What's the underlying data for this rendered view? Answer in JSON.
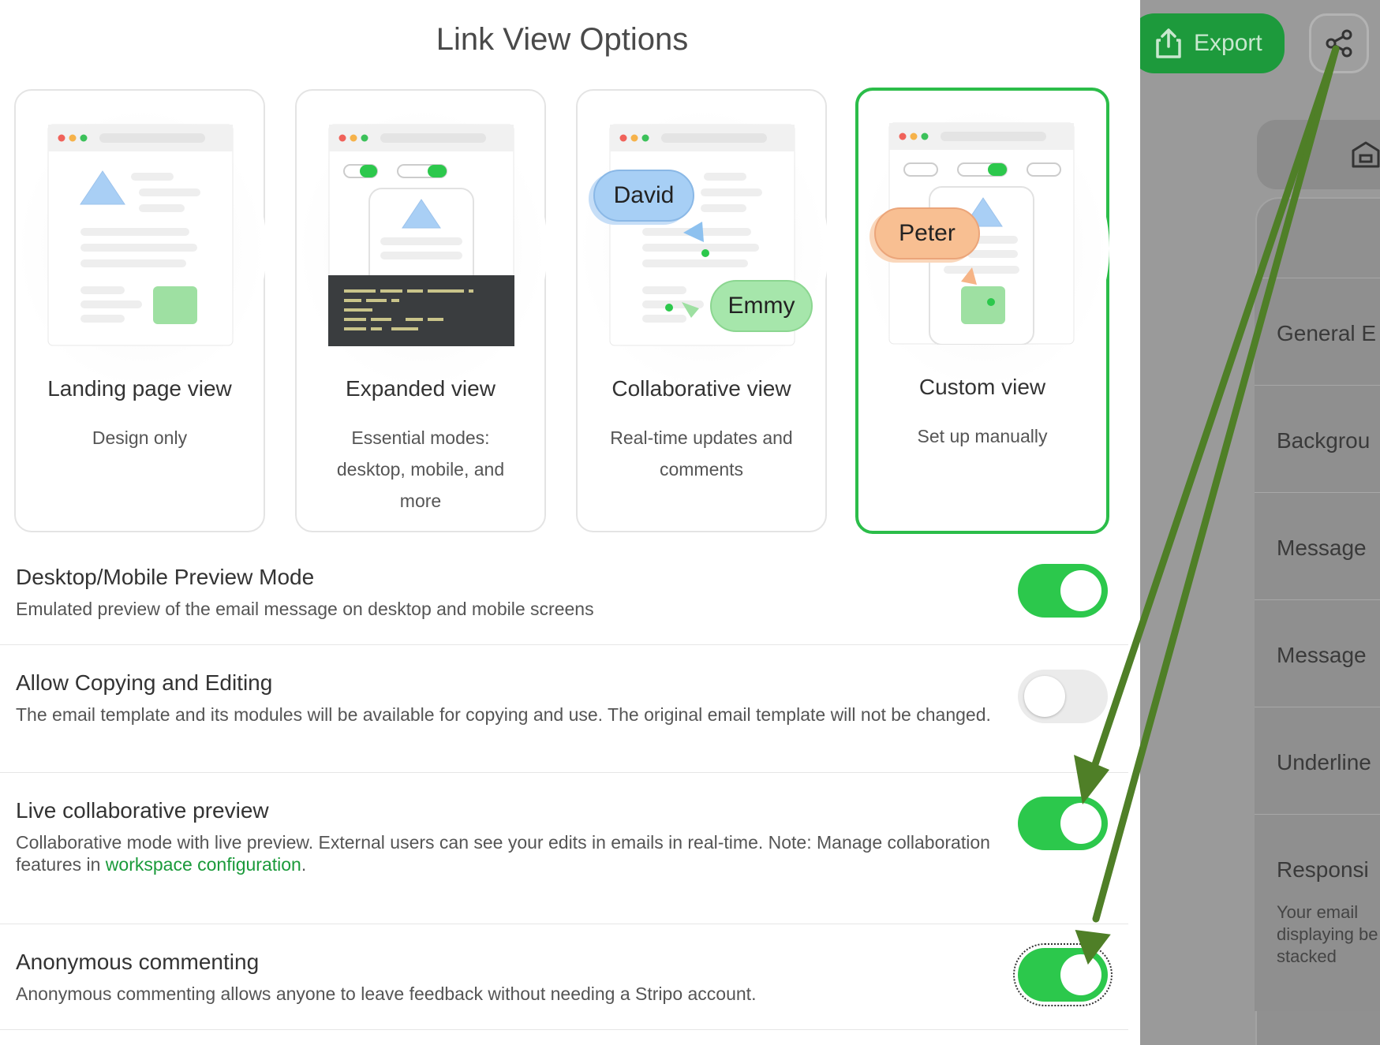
{
  "header": {
    "export_label": "Export",
    "icons": {
      "export": "export-icon",
      "share": "share-icon"
    }
  },
  "sidebar": {
    "items": [
      {
        "label": "General E"
      },
      {
        "label": "Backgrou"
      },
      {
        "label": "Message"
      },
      {
        "label": "Message"
      },
      {
        "label": "Underline"
      },
      {
        "label": "Responsi",
        "description": "Your email displaying be stacked"
      }
    ]
  },
  "modal": {
    "title": "Link View Options",
    "cards": [
      {
        "title": "Landing page view",
        "description": "Design only",
        "selected": false
      },
      {
        "title": "Expanded view",
        "description": "Essential modes: desktop, mobile, and more",
        "selected": false
      },
      {
        "title": "Collaborative view",
        "description": "Real-time updates and comments",
        "selected": false,
        "users": [
          "David",
          "Emmy"
        ]
      },
      {
        "title": "Custom view",
        "description": "Set up manually",
        "selected": true,
        "users": [
          "Peter"
        ]
      }
    ],
    "settings": [
      {
        "title": "Desktop/Mobile Preview Mode",
        "description": "Emulated preview of the email message on desktop and mobile screens",
        "enabled": true
      },
      {
        "title": "Allow Copying and Editing",
        "description": "The email template and its modules will be available for copying and use. The original email template will not be changed.",
        "enabled": false
      },
      {
        "title": "Live collaborative preview",
        "description_before": "Collaborative mode with live preview. External users can see your edits in emails in real-time. Note: Manage collaboration features in ",
        "link": "workspace configuration",
        "description_after": ".",
        "enabled": true
      },
      {
        "title": "Anonymous commenting",
        "description": "Anonymous commenting allows anyone to leave feedback without needing a Stripo account.",
        "enabled": true
      }
    ]
  },
  "colors": {
    "accent": "#2cc84c",
    "link": "#1a9a3a",
    "annotation_arrow": "#4f7f27"
  }
}
